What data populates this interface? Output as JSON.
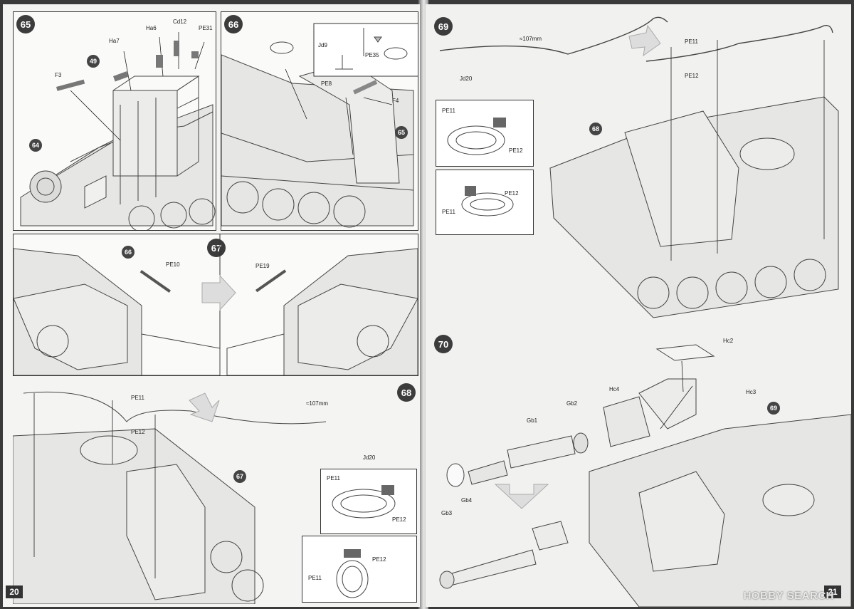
{
  "left_page": {
    "page_number": "20",
    "steps": [
      {
        "number": "65",
        "parts": [
          "Ha6",
          "Cd12",
          "PE31",
          "Ha7",
          "F3"
        ],
        "ref": "49",
        "ref2": "64"
      },
      {
        "number": "66",
        "parts": [
          "Jd9",
          "PE35",
          "PE8",
          "F4"
        ],
        "ref": "65"
      },
      {
        "number": "67",
        "parts": [
          "PE10",
          "PE19"
        ],
        "ref": "66"
      },
      {
        "number": "68",
        "parts": [
          "PE11",
          "PE12",
          "Jd20",
          "PE11",
          "PE12",
          "PE11",
          "PE12"
        ],
        "ref": "67",
        "length": "≈107mm"
      }
    ]
  },
  "right_page": {
    "page_number": "21",
    "steps": [
      {
        "number": "69",
        "parts": [
          "Jd20",
          "PE11",
          "PE12",
          "PE11",
          "PE12",
          "PE11",
          "PE12"
        ],
        "ref": "68",
        "length": "≈107mm"
      },
      {
        "number": "70",
        "parts": [
          "Hc2",
          "Hc4",
          "Hc3",
          "Gb2",
          "Gb1",
          "Gb4",
          "Gb3"
        ],
        "ref": "69"
      }
    ]
  },
  "watermark": "HOBBY SEARCH"
}
